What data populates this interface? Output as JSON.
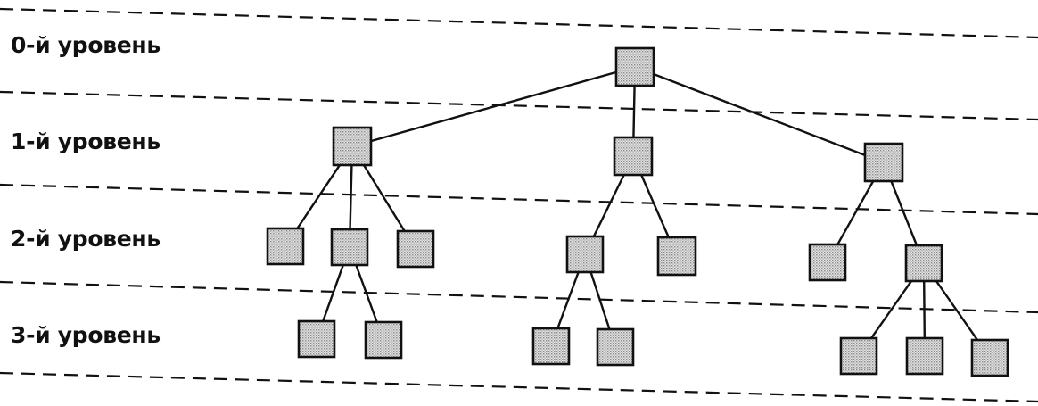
{
  "levels": [
    {
      "label": "0-й уровень"
    },
    {
      "label": "1-й уровень"
    },
    {
      "label": "2-й уровень"
    },
    {
      "label": "3-й уровень"
    }
  ],
  "tree": {
    "root": "n0",
    "nodes": [
      {
        "id": "n0",
        "level": 0,
        "children": [
          "n1a",
          "n1b",
          "n1c"
        ]
      },
      {
        "id": "n1a",
        "level": 1,
        "children": [
          "n2a",
          "n2b",
          "n2c"
        ]
      },
      {
        "id": "n1b",
        "level": 1,
        "children": [
          "n2d",
          "n2e"
        ]
      },
      {
        "id": "n1c",
        "level": 1,
        "children": [
          "n2f",
          "n2g"
        ]
      },
      {
        "id": "n2a",
        "level": 2,
        "children": []
      },
      {
        "id": "n2b",
        "level": 2,
        "children": [
          "n3a",
          "n3b"
        ]
      },
      {
        "id": "n2c",
        "level": 2,
        "children": []
      },
      {
        "id": "n2d",
        "level": 2,
        "children": [
          "n3c",
          "n3d"
        ]
      },
      {
        "id": "n2e",
        "level": 2,
        "children": []
      },
      {
        "id": "n2f",
        "level": 2,
        "children": []
      },
      {
        "id": "n2g",
        "level": 2,
        "children": [
          "n3e",
          "n3f",
          "n3g"
        ]
      },
      {
        "id": "n3a",
        "level": 3,
        "children": []
      },
      {
        "id": "n3b",
        "level": 3,
        "children": []
      },
      {
        "id": "n3c",
        "level": 3,
        "children": []
      },
      {
        "id": "n3d",
        "level": 3,
        "children": []
      },
      {
        "id": "n3e",
        "level": 3,
        "children": []
      },
      {
        "id": "n3f",
        "level": 3,
        "children": []
      },
      {
        "id": "n3g",
        "level": 3,
        "children": []
      }
    ]
  },
  "colors": {
    "node_fill": "#c8c8c8",
    "stroke": "#111111",
    "text": "#111111"
  }
}
